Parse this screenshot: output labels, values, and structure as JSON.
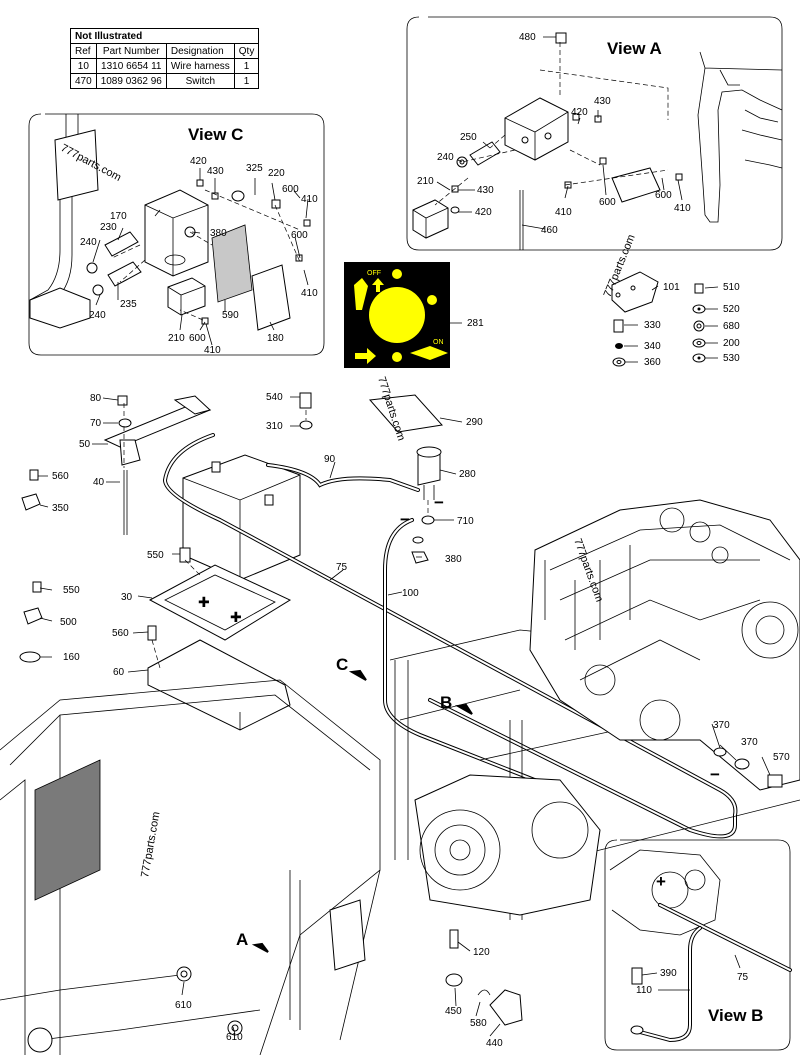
{
  "table": {
    "title": "Not Illustrated",
    "headers": [
      "Ref",
      "Part Number",
      "Designation",
      "Qty"
    ],
    "rows": [
      [
        "10",
        "1310 6654 11",
        "Wire harness",
        "1"
      ],
      [
        "470",
        "1089 0362 96",
        "Switch",
        "1"
      ]
    ]
  },
  "views": {
    "a": "View A",
    "b": "View B",
    "c": "View C"
  },
  "arrows": {
    "a": "A",
    "b": "B",
    "c": "C"
  },
  "decal": {
    "off": "OFF",
    "on": "ON"
  },
  "watermark": "777parts.com",
  "polarity": {
    "minus": "−",
    "plus": "+"
  },
  "callouts": {
    "v480": "480",
    "v420a": "420",
    "v430a": "430",
    "v250": "250",
    "v240a": "240",
    "v210a": "210",
    "v430b": "430",
    "v420b": "420",
    "v410a": "410",
    "v600a": "600",
    "v600b": "600",
    "v410b": "410",
    "v460": "460",
    "v420c": "420",
    "v430c": "430",
    "v325": "325",
    "v220": "220",
    "v600c": "600",
    "v410c": "410",
    "v170": "170",
    "v230": "230",
    "v240b": "240",
    "v380a": "380",
    "v600d": "600",
    "v235": "235",
    "v240c": "240",
    "v590": "590",
    "v410d": "410",
    "v210b": "210",
    "v600e": "600",
    "v410e": "410",
    "v180": "180",
    "v101": "101",
    "v510": "510",
    "v520": "520",
    "v330": "330",
    "v680": "680",
    "v340": "340",
    "v200": "200",
    "v360": "360",
    "v530": "530",
    "v281": "281",
    "v80": "80",
    "v70": "70",
    "v50": "50",
    "v40": "40",
    "v560a": "560",
    "v350": "350",
    "v540": "540",
    "v310": "310",
    "v290": "290",
    "v90": "90",
    "v280": "280",
    "v710": "710",
    "v380b": "380",
    "v550a": "550",
    "v75a": "75",
    "v100": "100",
    "v30": "30",
    "v550b": "550",
    "v500": "500",
    "v560b": "560",
    "v160": "160",
    "v60": "60",
    "v370a": "370",
    "v370b": "370",
    "v570": "570",
    "v120": "120",
    "v450": "450",
    "v580": "580",
    "v440": "440",
    "v610a": "610",
    "v610b": "610",
    "v390": "390",
    "v110": "110",
    "v75b": "75"
  }
}
